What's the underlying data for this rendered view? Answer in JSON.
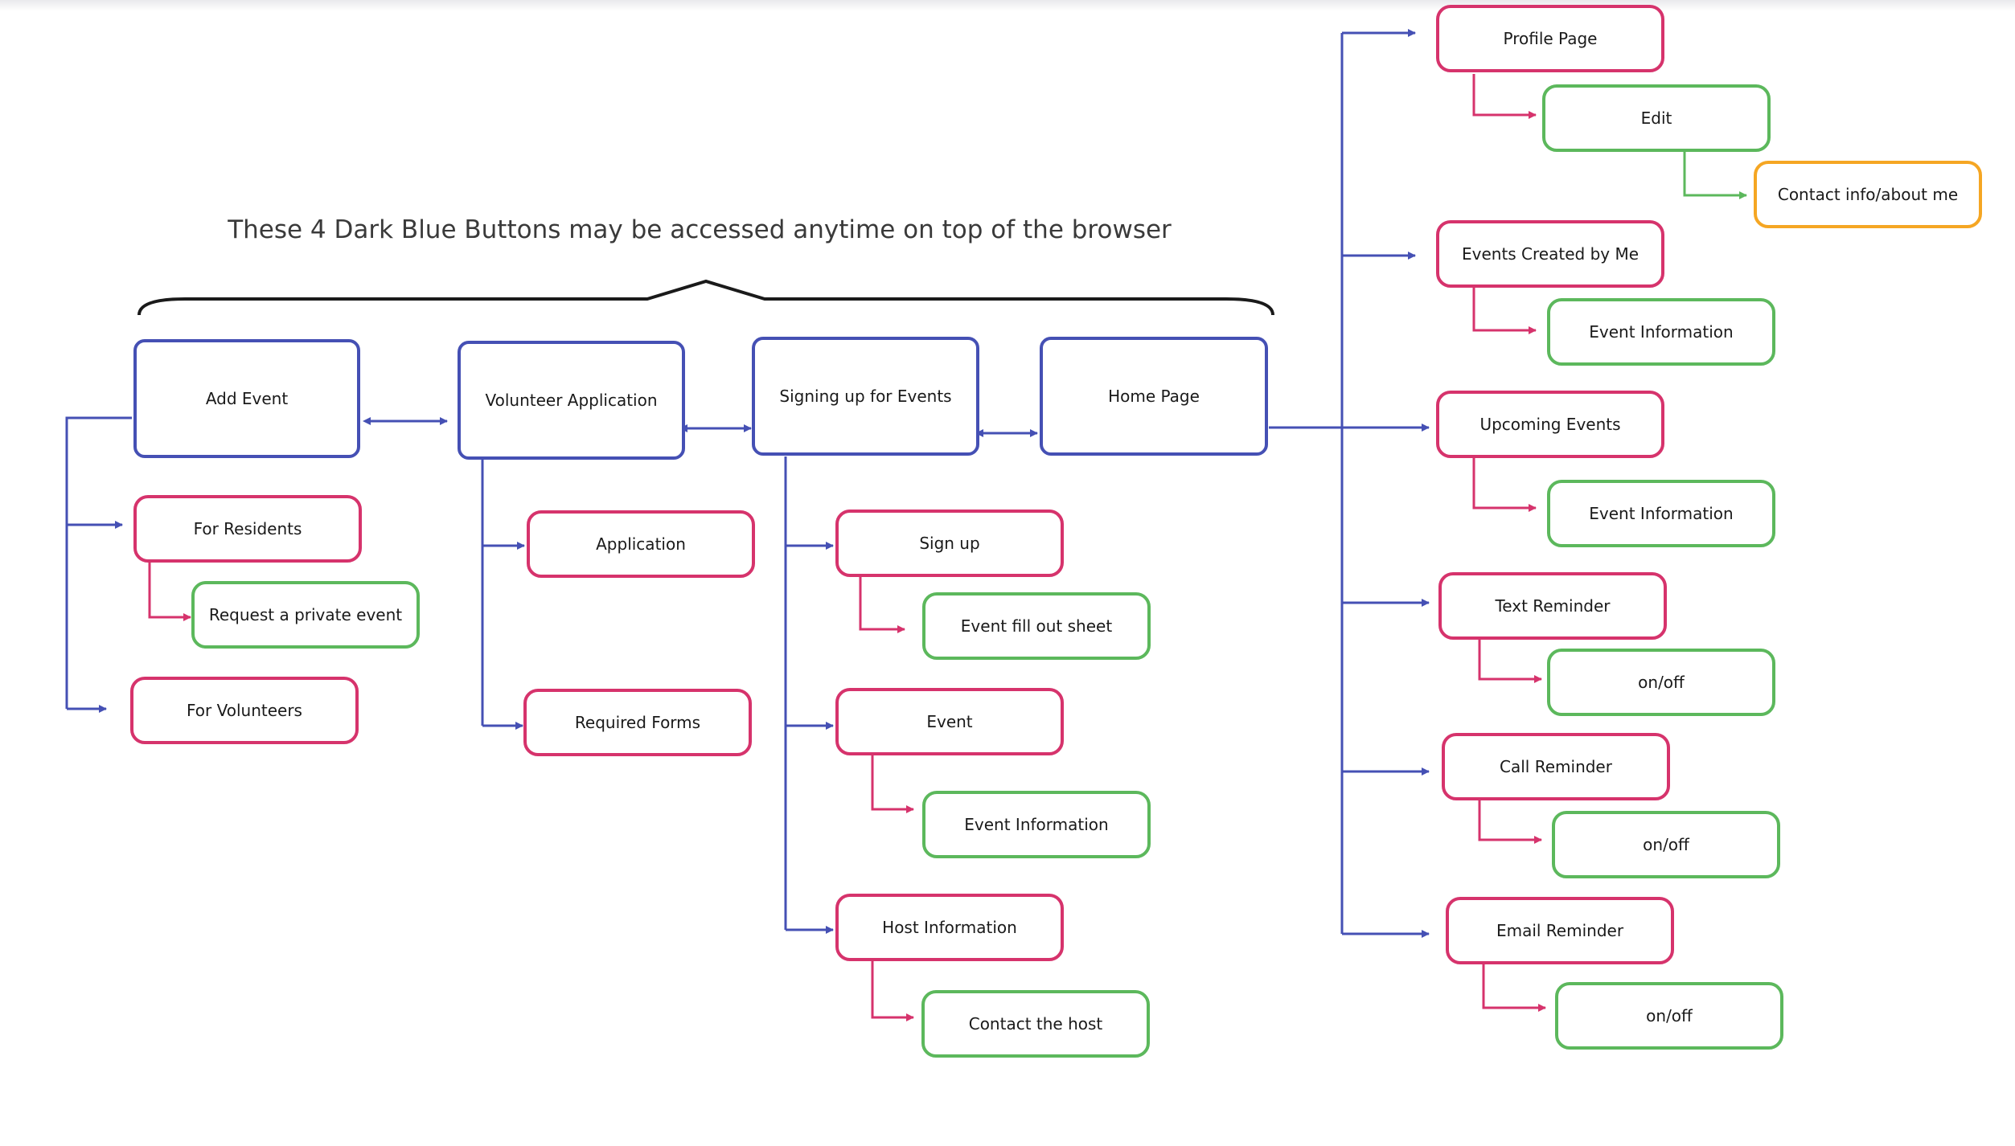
{
  "colors": {
    "blue": "#4550b4",
    "pink": "#d6336c",
    "green": "#5cb85c",
    "orange": "#f5a623",
    "brace": "#1a1a1a",
    "text": "#1a1a1a"
  },
  "heading": "These 4 Dark Blue Buttons may be accessed anytime on top of the browser",
  "main_buttons": {
    "add_event": "Add Event",
    "volunteer_application": "Volunteer Application",
    "signing_up": "Signing up for Events",
    "home_page": "Home Page"
  },
  "add_event": {
    "for_residents": "For Residents",
    "request_private_event": "Request a private event",
    "for_volunteers": "For Volunteers"
  },
  "volunteer_application": {
    "application": "Application",
    "required_forms": "Required Forms"
  },
  "signing_up": {
    "sign_up": "Sign up",
    "event_fill_out_sheet": "Event fill out sheet",
    "event": "Event",
    "event_information": "Event Information",
    "host_information": "Host Information",
    "contact_host": "Contact the host"
  },
  "home_page": {
    "profile_page": "Profile Page",
    "edit": "Edit",
    "contact_info": "Contact info/about me",
    "events_created": "Events Created by Me",
    "events_created_info": "Event Information",
    "upcoming_events": "Upcoming Events",
    "upcoming_events_info": "Event Information",
    "text_reminder": "Text Reminder",
    "text_reminder_toggle": "on/off",
    "call_reminder": "Call Reminder",
    "call_reminder_toggle": "on/off",
    "email_reminder": "Email Reminder",
    "email_reminder_toggle": "on/off"
  }
}
